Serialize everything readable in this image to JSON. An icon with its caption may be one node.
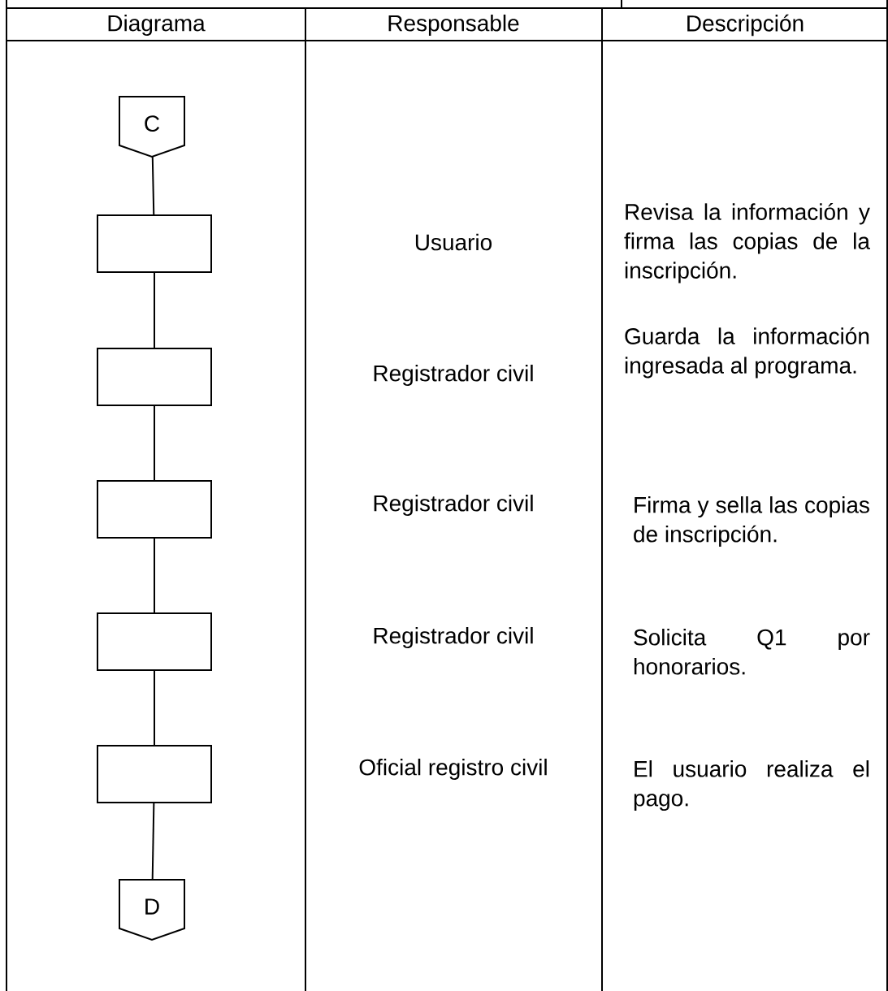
{
  "diagram": {
    "nodes": [
      {
        "text": [
          "C"
        ]
      },
      {
        "text": [],
        "shape": "box"
      },
      {
        "text": [],
        "shape": "box"
      },
      {
        "text": [],
        "shape": "box"
      },
      {
        "text": [],
        "shape": "box"
      },
      {
        "text": [],
        "shape": "box"
      },
      {
        "text": [
          "D"
        ]
      }
    ],
    "edges": [
      {
        "from": 0,
        "to": 1,
        "arrow": "none"
      },
      {
        "from": 1,
        "to": 2,
        "arrow": "none"
      },
      {
        "from": 2,
        "to": 3,
        "arrow": "none"
      },
      {
        "from": 3,
        "to": 4,
        "arrow": "none"
      },
      {
        "from": 4,
        "to": 5,
        "arrow": "none"
      },
      {
        "from": 5,
        "to": 6,
        "arrow": "none"
      }
    ],
    "labels": [
      "Diagrama",
      "Responsable",
      "Descripción",
      "Usuario",
      "Revisa la información y firma las copias de la inscripción.",
      "Registrador civil",
      "Guarda la información ingresada al programa.",
      "Registrador civil",
      "Firma y sella las copias de inscripción.",
      "Registrador civil",
      "Solicita Q1 por honorarios.",
      "Oficial registro civil",
      "El usuario realiza el pago."
    ]
  }
}
